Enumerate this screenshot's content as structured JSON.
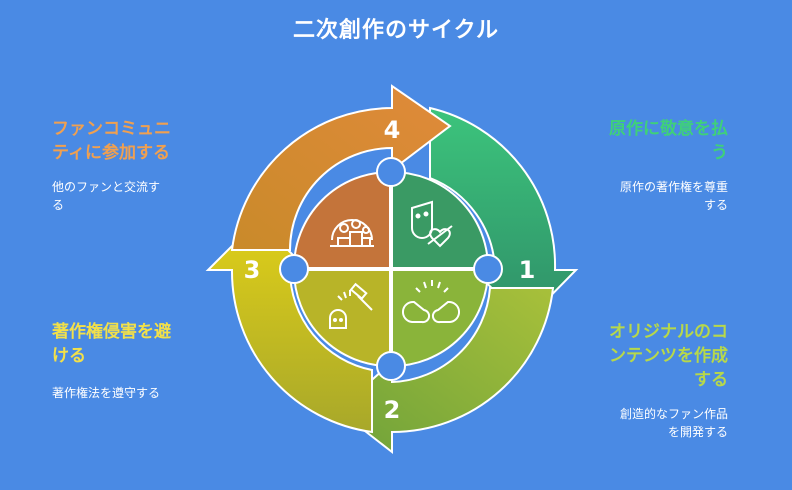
{
  "title": "二次創作のサイクル",
  "colors": {
    "background": "#4a8ae4",
    "step1": "#3cb878",
    "step2": "#8cb83c",
    "step3": "#d4c020",
    "step4": "#d8843a"
  },
  "steps": [
    {
      "number": "1",
      "title": "原作に敬意を払う",
      "title_lines": [
        "原作に敬意を払",
        "う"
      ],
      "description": "原作の著作権を尊重する",
      "desc_lines": [
        "原作の著作権を尊重",
        "する"
      ],
      "title_color": "#3fd07a",
      "icon": "theater-mask-heart-icon"
    },
    {
      "number": "2",
      "title": "オリジナルのコンテンツを作成する",
      "title_lines": [
        "オリジナルのコ",
        "ンテンツを作成",
        "する"
      ],
      "description": "創造的なファン作品を開発する",
      "desc_lines": [
        "創造的なファン作品",
        "を開発する"
      ],
      "title_color": "#b7d84a",
      "icon": "clapping-hands-icon"
    },
    {
      "number": "3",
      "title": "著作権侵害を避ける",
      "title_lines": [
        "著作権侵害を避",
        "ける"
      ],
      "description": "著作権法を遵守する",
      "desc_lines": [
        "著作権法を遵守する"
      ],
      "title_color": "#f2e04a",
      "icon": "gavel-person-icon"
    },
    {
      "number": "4",
      "title": "ファンコミュニティに参加する",
      "title_lines": [
        "ファンコミュニ",
        "ティに参加する"
      ],
      "description": "他のファンと交流する",
      "desc_lines": [
        "他のファンと交流す",
        "る"
      ],
      "title_color": "#f0a050",
      "icon": "community-people-icon"
    }
  ]
}
